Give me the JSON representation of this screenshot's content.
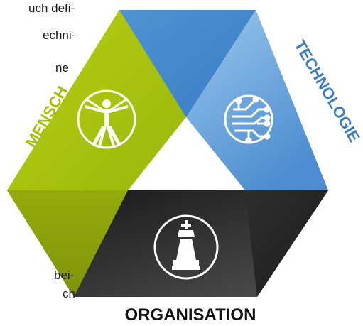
{
  "text_fragments": [
    "uch defi-",
    "echni-",
    "ne",
    "bei-",
    "ch"
  ],
  "labels": {
    "mensch": "MENSCH",
    "technologie": "TECHNOLOGIE",
    "organisation": "ORGANISATION"
  },
  "colors": {
    "green": "#a0bd0a",
    "blue": "#5c9fdb",
    "dark": "#222222"
  },
  "icons": {
    "mensch": "vitruvian-man-icon",
    "technologie": "circuit-icon",
    "organisation": "chess-king-icon"
  }
}
